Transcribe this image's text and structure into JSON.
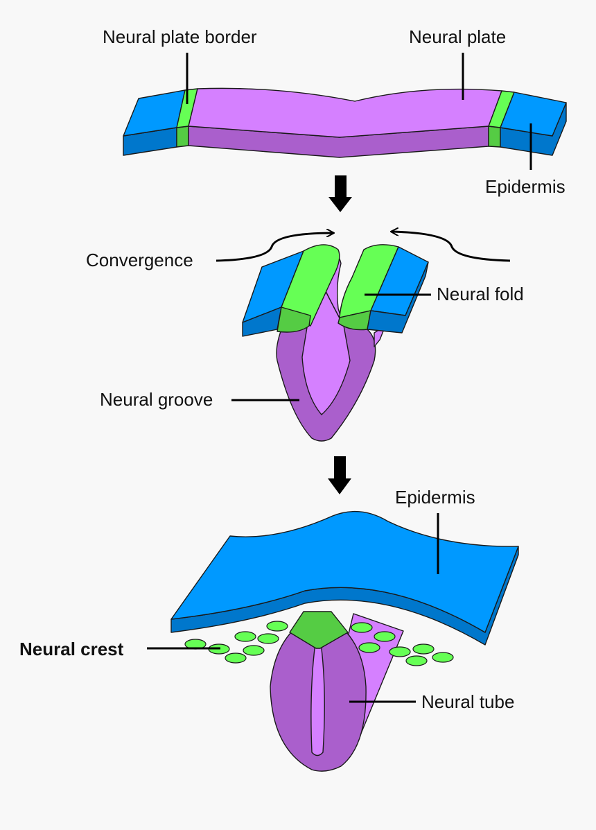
{
  "colors": {
    "epidermis_top": "#0099ff",
    "epidermis_side": "#0077cc",
    "plate_top": "#d580ff",
    "plate_side": "#aa5fcc",
    "border_top": "#66ff55",
    "border_side": "#55cc44",
    "crest_cell": "#66ff55",
    "background": "#f8f8f8"
  },
  "stage1": {
    "label_plate_border": "Neural plate border",
    "label_plate": "Neural plate",
    "label_epidermis": "Epidermis"
  },
  "stage2": {
    "label_convergence": "Convergence",
    "label_fold": "Neural fold",
    "label_groove": "Neural groove"
  },
  "stage3": {
    "label_epidermis": "Epidermis",
    "label_crest": "Neural crest",
    "label_tube": "Neural tube"
  },
  "icons": [
    "down-arrow-icon",
    "convergence-arrow-icon"
  ]
}
